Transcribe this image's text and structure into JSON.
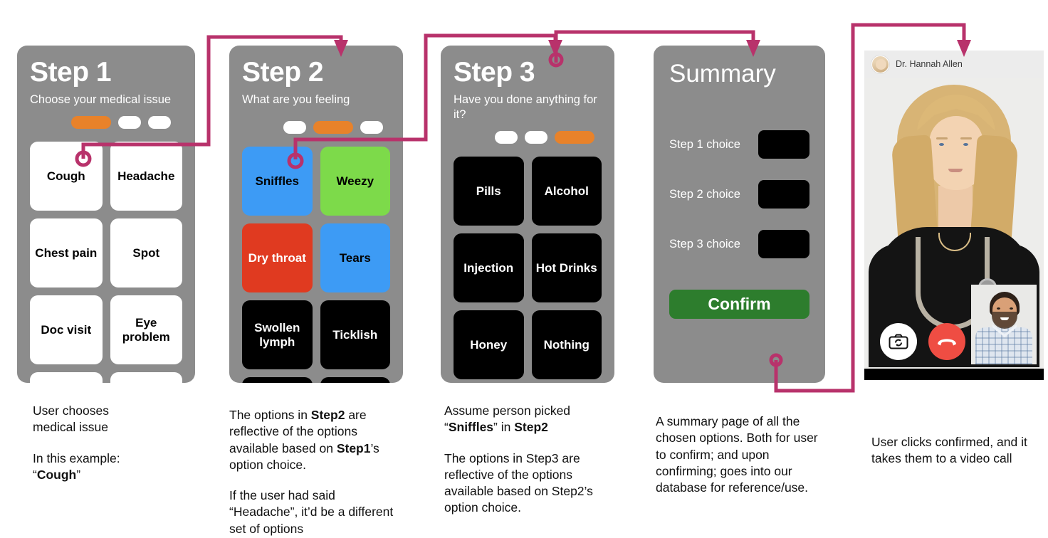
{
  "diagram": {
    "title": "Medical triage app flow",
    "accent_connector_color": "#b8326b",
    "card_background": "#8c8c8c",
    "active_pill_color": "#e8822a",
    "confirm_color": "#2d7d2d"
  },
  "steps": [
    {
      "title": "Step 1",
      "subtitle": "Choose your medical issue",
      "progress": {
        "total": 3,
        "active_index": 0
      },
      "options": [
        {
          "label": "Cough",
          "style": "white"
        },
        {
          "label": "Headache",
          "style": "white"
        },
        {
          "label": "Chest pain",
          "style": "white"
        },
        {
          "label": "Spot",
          "style": "white"
        },
        {
          "label": "Doc visit",
          "style": "white"
        },
        {
          "label": "Eye problem",
          "style": "white"
        },
        {
          "label": "",
          "style": "white"
        },
        {
          "label": "",
          "style": "white"
        }
      ],
      "caption": {
        "line1": "User chooses",
        "line2": "medical issue",
        "line3": "In this example:",
        "line4_prefix": "“",
        "line4_bold": "Cough",
        "line4_suffix": "”"
      }
    },
    {
      "title": "Step 2",
      "subtitle": "What are you feeling",
      "progress": {
        "total": 3,
        "active_index": 1
      },
      "options": [
        {
          "label": "Sniffles",
          "style": "blue"
        },
        {
          "label": "Weezy",
          "style": "green"
        },
        {
          "label": "Dry throat",
          "style": "red"
        },
        {
          "label": "Tears",
          "style": "blue"
        },
        {
          "label": "Swollen lymph",
          "style": "black"
        },
        {
          "label": "Ticklish",
          "style": "black"
        },
        {
          "label": "",
          "style": "black"
        },
        {
          "label": "",
          "style": "black"
        }
      ],
      "caption": {
        "p1_a": "The options in ",
        "p1_b": "Step2",
        "p1_c": " are reflective of the options available based on ",
        "p1_d": "Step1",
        "p1_e": "’s option choice.",
        "p2": "If the user had said “Headache”, it’d be a different set of options"
      }
    },
    {
      "title": "Step 3",
      "subtitle": "Have you done anything for it?",
      "progress": {
        "total": 3,
        "active_index": 2
      },
      "options": [
        {
          "label": "Pills",
          "style": "black"
        },
        {
          "label": "Alcohol",
          "style": "black"
        },
        {
          "label": "Injection",
          "style": "black"
        },
        {
          "label": "Hot Drinks",
          "style": "black"
        },
        {
          "label": "Honey",
          "style": "black"
        },
        {
          "label": "Nothing",
          "style": "black"
        },
        {
          "label": "",
          "style": "black"
        },
        {
          "label": "",
          "style": "black"
        }
      ],
      "caption": {
        "p1_a": "Assume person picked “",
        "p1_b": "Sniffles",
        "p1_c": "” in ",
        "p1_d": "Step2",
        "p2": "The options in Step3 are reflective of the options available based on Step2’s option choice."
      }
    }
  ],
  "summary": {
    "title": "Summary",
    "rows": [
      {
        "label": "Step 1 choice",
        "value": ""
      },
      {
        "label": "Step 2 choice",
        "value": ""
      },
      {
        "label": "Step 3 choice",
        "value": ""
      }
    ],
    "confirm_label": "Confirm",
    "caption": "A summary page of all the chosen options. Both for user to confirm; and upon confirming; goes into our database for reference/use."
  },
  "video_call": {
    "doctor_name": "Dr. Hannah Allen",
    "controls": [
      {
        "name": "switch-camera",
        "icon": "camera-flip-icon"
      },
      {
        "name": "end-call",
        "icon": "phone-hangup-icon"
      }
    ],
    "caption": "User clicks confirmed, and it takes them to a video call"
  }
}
